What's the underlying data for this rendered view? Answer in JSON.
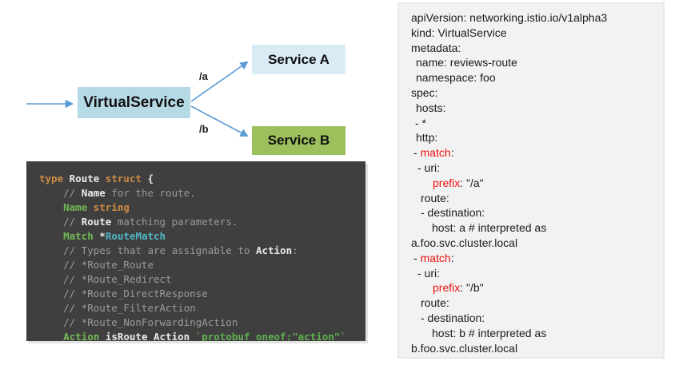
{
  "diagram": {
    "virtualservice_label": "VirtualService",
    "service_a_label": "Service A",
    "service_b_label": "Service B",
    "route_a_label": "/a",
    "route_b_label": "/b",
    "colors": {
      "arrow": "#5b9bd5",
      "virtualservice_fill": "#b6d9e6",
      "service_a_fill": "#d9ecf5",
      "service_b_fill": "#9cc05c"
    }
  },
  "code_block": {
    "language": "go",
    "colors": {
      "background": "#3f3f3f",
      "keyword": "#cf8a44",
      "comment": "#9b9b9b",
      "identifier": "#ebebeb",
      "field": "#74b857",
      "type": "#4fb6c6",
      "string": "#5db14e"
    },
    "lines": [
      {
        "segs": [
          [
            "k",
            "type "
          ],
          [
            "w",
            "Route "
          ],
          [
            "k",
            "struct "
          ],
          [
            "w",
            "{"
          ]
        ]
      },
      {
        "segs": [
          [
            "c",
            "    // "
          ],
          [
            "cw",
            "Name"
          ],
          [
            "c",
            " for the route."
          ]
        ]
      },
      {
        "segs": [
          [
            "w",
            "    "
          ],
          [
            "g",
            "Name"
          ],
          [
            "w",
            " "
          ],
          [
            "k",
            "string"
          ]
        ]
      },
      {
        "segs": [
          [
            "c",
            "    // "
          ],
          [
            "cw",
            "Route"
          ],
          [
            "c",
            " matching parameters."
          ]
        ]
      },
      {
        "segs": [
          [
            "w",
            "    "
          ],
          [
            "g",
            "Match"
          ],
          [
            "w",
            " *"
          ],
          [
            "t",
            "RouteMatch"
          ]
        ]
      },
      {
        "segs": [
          [
            "c",
            "    // Types that are assignable to "
          ],
          [
            "cw",
            "Action"
          ],
          [
            "c",
            ":"
          ]
        ]
      },
      {
        "segs": [
          [
            "c",
            "    // *Route_Route"
          ]
        ]
      },
      {
        "segs": [
          [
            "c",
            "    // *Route_Redirect"
          ]
        ]
      },
      {
        "segs": [
          [
            "c",
            "    // *Route_DirectResponse"
          ]
        ]
      },
      {
        "segs": [
          [
            "c",
            "    // *Route_FilterAction"
          ]
        ]
      },
      {
        "segs": [
          [
            "c",
            "    // *Route_NonForwardingAction"
          ]
        ]
      },
      {
        "segs": [
          [
            "w",
            "    "
          ],
          [
            "g",
            "Action"
          ],
          [
            "w",
            " isRoute_Action "
          ],
          [
            "s",
            "`protobuf_oneof:\"action\"`"
          ]
        ]
      }
    ]
  },
  "yaml_panel": {
    "colors": {
      "background": "#f2f2f2",
      "border": "#e8e8e8",
      "text": "#1b1b1b",
      "highlight": "#ee1111"
    },
    "lines": [
      {
        "indent": 0,
        "segs": [
          [
            "b",
            "apiVersion: networking.istio.io/v1alpha3"
          ]
        ]
      },
      {
        "indent": 0,
        "segs": [
          [
            "b",
            "kind: VirtualService"
          ]
        ]
      },
      {
        "indent": 0,
        "segs": [
          [
            "b",
            "metadata:"
          ]
        ]
      },
      {
        "indent": 6,
        "segs": [
          [
            "b",
            "name: reviews-route"
          ]
        ]
      },
      {
        "indent": 6,
        "segs": [
          [
            "b",
            "namespace: foo"
          ]
        ]
      },
      {
        "indent": 0,
        "segs": [
          [
            "b",
            "spec:"
          ]
        ]
      },
      {
        "indent": 6,
        "segs": [
          [
            "b",
            "hosts:"
          ]
        ]
      },
      {
        "indent": 5,
        "segs": [
          [
            "b",
            "- *"
          ]
        ]
      },
      {
        "indent": 6,
        "segs": [
          [
            "b",
            "http:"
          ]
        ]
      },
      {
        "indent": 3,
        "segs": [
          [
            "b",
            "- "
          ],
          [
            "r",
            "match"
          ],
          [
            "b",
            ":"
          ]
        ]
      },
      {
        "indent": 8,
        "segs": [
          [
            "b",
            "- uri:"
          ]
        ]
      },
      {
        "indent": 27,
        "segs": [
          [
            "r",
            "prefix"
          ],
          [
            "b",
            ": \"/a\""
          ]
        ]
      },
      {
        "indent": 12,
        "segs": [
          [
            "b",
            "route:"
          ]
        ]
      },
      {
        "indent": 12,
        "segs": [
          [
            "b",
            "- destination:"
          ]
        ]
      },
      {
        "indent": 26,
        "segs": [
          [
            "b",
            "host: a # interpreted as"
          ]
        ]
      },
      {
        "indent": 0,
        "segs": [
          [
            "b",
            "a.foo.svc.cluster.local"
          ]
        ]
      },
      {
        "indent": 3,
        "segs": [
          [
            "b",
            "- "
          ],
          [
            "r",
            "match"
          ],
          [
            "b",
            ":"
          ]
        ]
      },
      {
        "indent": 8,
        "segs": [
          [
            "b",
            "- uri:"
          ]
        ]
      },
      {
        "indent": 27,
        "segs": [
          [
            "r",
            "prefix"
          ],
          [
            "b",
            ": \"/b\""
          ]
        ]
      },
      {
        "indent": 12,
        "segs": [
          [
            "b",
            "route:"
          ]
        ]
      },
      {
        "indent": 12,
        "segs": [
          [
            "b",
            "- destination:"
          ]
        ]
      },
      {
        "indent": 26,
        "segs": [
          [
            "b",
            "host: b # interpreted as"
          ]
        ]
      },
      {
        "indent": 0,
        "segs": [
          [
            "b",
            "b.foo.svc.cluster.local"
          ]
        ]
      }
    ]
  }
}
